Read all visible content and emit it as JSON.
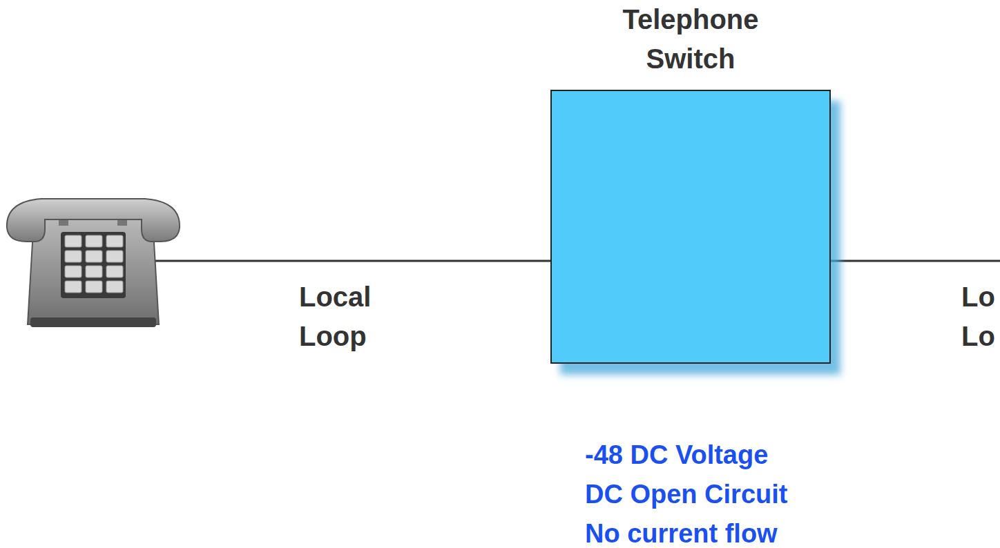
{
  "diagram": {
    "nodes": [
      {
        "text": [
          "Telephone Switch"
        ]
      }
    ],
    "labels": [
      "Local Loop",
      "Lo Lo",
      "-48 DC Voltage",
      "DC Open Circuit",
      "No current flow"
    ]
  }
}
